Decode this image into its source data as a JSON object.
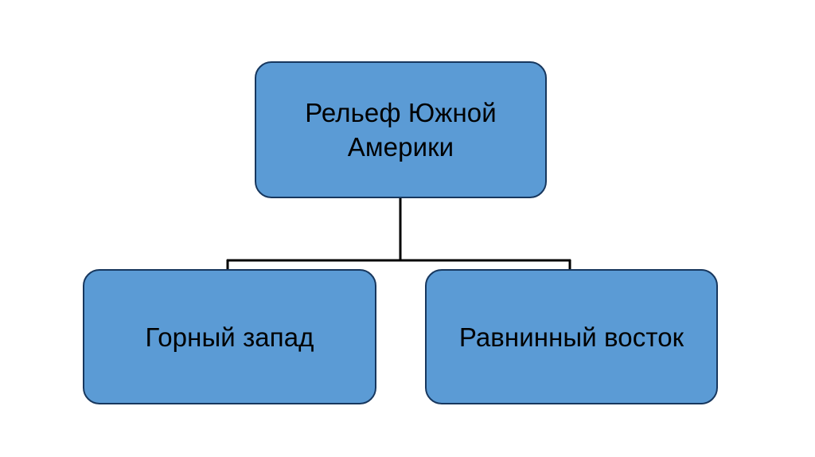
{
  "diagram": {
    "type": "hierarchy-tree",
    "orientation": "top-down",
    "background_color": "#ffffff",
    "node_fill_color": "#5b9bd5",
    "node_border_color": "#17375e",
    "connector_color": "#000000",
    "text_color": "#000000",
    "nodes": [
      {
        "id": "root",
        "label": "Рельеф Южной\nАмерики",
        "level": 0
      },
      {
        "id": "west",
        "label": "Горный запад",
        "level": 1
      },
      {
        "id": "east",
        "label": "Равнинный восток",
        "level": 1
      }
    ],
    "edges": [
      {
        "from": "root",
        "to": "west"
      },
      {
        "from": "root",
        "to": "east"
      }
    ]
  }
}
